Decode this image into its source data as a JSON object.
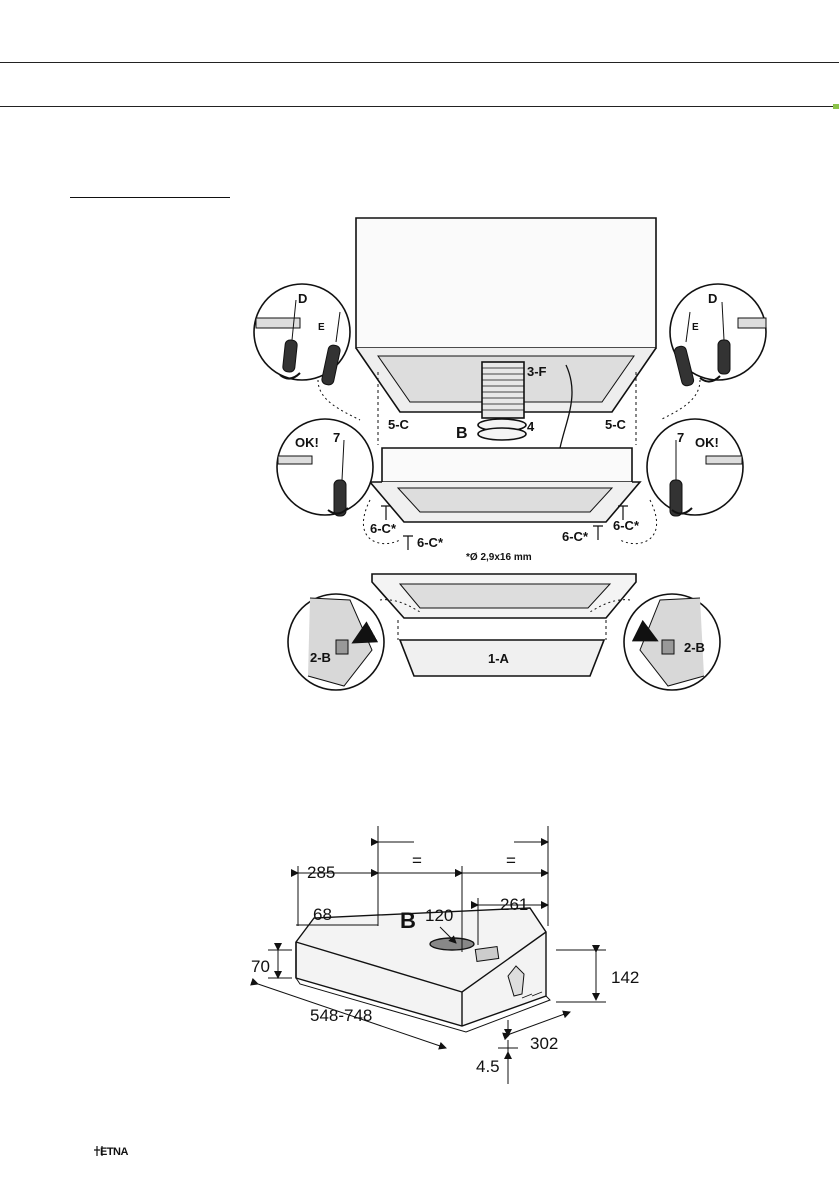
{
  "brand": {
    "logo_text": "ETNA"
  },
  "mounting_diagram": {
    "labels": {
      "d_left": "D",
      "e_left": "E",
      "d_right": "D",
      "e_right": "E",
      "ok_left": "OK!",
      "ok_right": "OK!",
      "seven_left": "7",
      "seven_right": "7",
      "three_f": "3-F",
      "b": "B",
      "four": "4",
      "five_c_left": "5-C",
      "five_c_right": "5-C",
      "six_c_1": "6-C*",
      "six_c_2": "6-C*",
      "six_c_3": "6-C*",
      "six_c_4": "6-C*",
      "screw_note": "*Ø 2,9x16 mm",
      "one_a": "1-A",
      "two_b_left": "2-B",
      "two_b_right": "2-B"
    }
  },
  "dimension_diagram": {
    "labels": {
      "d285": "285",
      "eq1": "=",
      "eq2": "=",
      "d261": "261",
      "d68": "68",
      "b": "B",
      "d120": "120",
      "d70": "70",
      "d142": "142",
      "d548_748": "548-748",
      "d302": "302",
      "d4_5": "4.5"
    }
  }
}
